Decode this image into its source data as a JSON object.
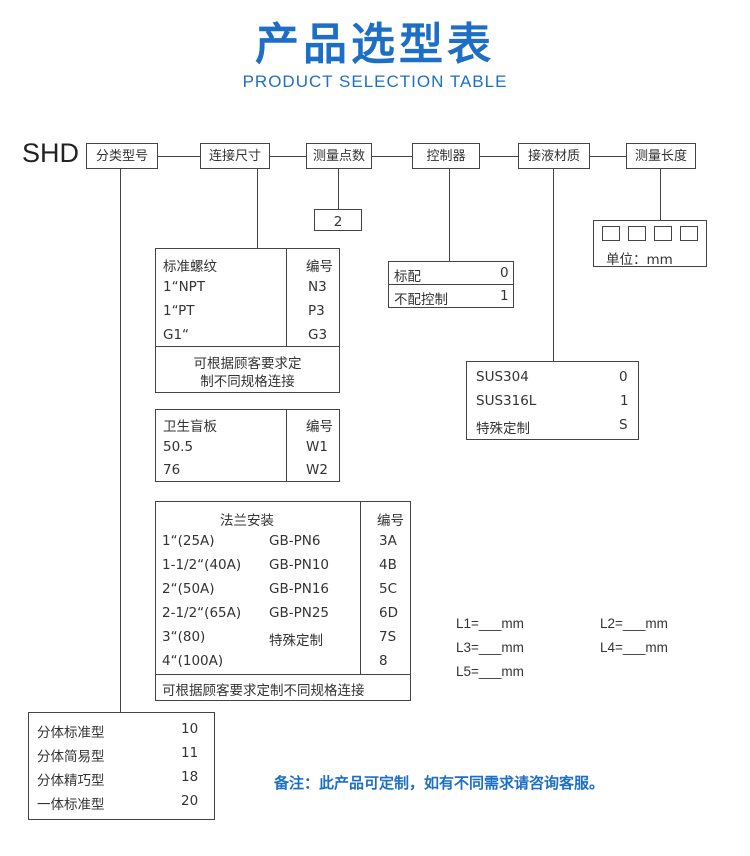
{
  "header": {
    "title": "产品选型表",
    "subtitle": "PRODUCT SELECTION TABLE"
  },
  "code_prefix": "SHD",
  "categories": [
    "分类型号",
    "连接尺寸",
    "测量点数",
    "控制器",
    "接液材质",
    "测量长度"
  ],
  "points_value": "2",
  "thread_table": {
    "header_name": "标准螺纹",
    "header_code": "编号",
    "rows": [
      {
        "name": "1“NPT",
        "code": "N3"
      },
      {
        "name": "1“PT",
        "code": "P3"
      },
      {
        "name": "G1“",
        "code": "G3"
      }
    ],
    "footer_line1": "可根据顾客要求定",
    "footer_line2": "制不同规格连接"
  },
  "sanitary_table": {
    "header_name": "卫生盲板",
    "header_code": "编号",
    "rows": [
      {
        "name": "50.5",
        "code": "W1"
      },
      {
        "name": "76",
        "code": "W2"
      }
    ]
  },
  "flange_table": {
    "header_name": "法兰安装",
    "header_code": "编号",
    "rows": [
      {
        "size": "1“(25A)",
        "standard": "GB-PN6",
        "code": "3A"
      },
      {
        "size": "1-1/2“(40A)",
        "standard": "GB-PN10",
        "code": "4B"
      },
      {
        "size": "2“(50A)",
        "standard": "GB-PN16",
        "code": "5C"
      },
      {
        "size": "2-1/2“(65A)",
        "standard": "GB-PN25",
        "code": "6D"
      },
      {
        "size": "3“(80)",
        "standard": "特殊定制",
        "code": "7S"
      },
      {
        "size": "4“(100A)",
        "standard": "",
        "code": "8"
      }
    ],
    "footer": "可根据顾客要求定制不同规格连接"
  },
  "model_table": {
    "rows": [
      {
        "name": "分体标准型",
        "code": "10"
      },
      {
        "name": "分体简易型",
        "code": "11"
      },
      {
        "name": "分体精巧型",
        "code": "18"
      },
      {
        "name": "一体标准型",
        "code": "20"
      }
    ]
  },
  "controller_table": {
    "rows": [
      {
        "name": "标配",
        "code": "0"
      },
      {
        "name": "不配控制",
        "code": "1"
      }
    ]
  },
  "material_table": {
    "rows": [
      {
        "name": "SUS304",
        "code": "0"
      },
      {
        "name": "SUS316L",
        "code": "1"
      },
      {
        "name": "特殊定制",
        "code": "S"
      }
    ]
  },
  "length_box": {
    "unit_label": "单位：mm"
  },
  "lengths": {
    "l1": "L1=___mm",
    "l2": "L2=___mm",
    "l3": "L3=___mm",
    "l4": "L4=___mm",
    "l5": "L5=___mm"
  },
  "note": "备注：此产品可定制，如有不同需求请咨询客服。",
  "colors": {
    "accent": "#1d6fc6",
    "line": "#444444",
    "text": "#333333"
  }
}
